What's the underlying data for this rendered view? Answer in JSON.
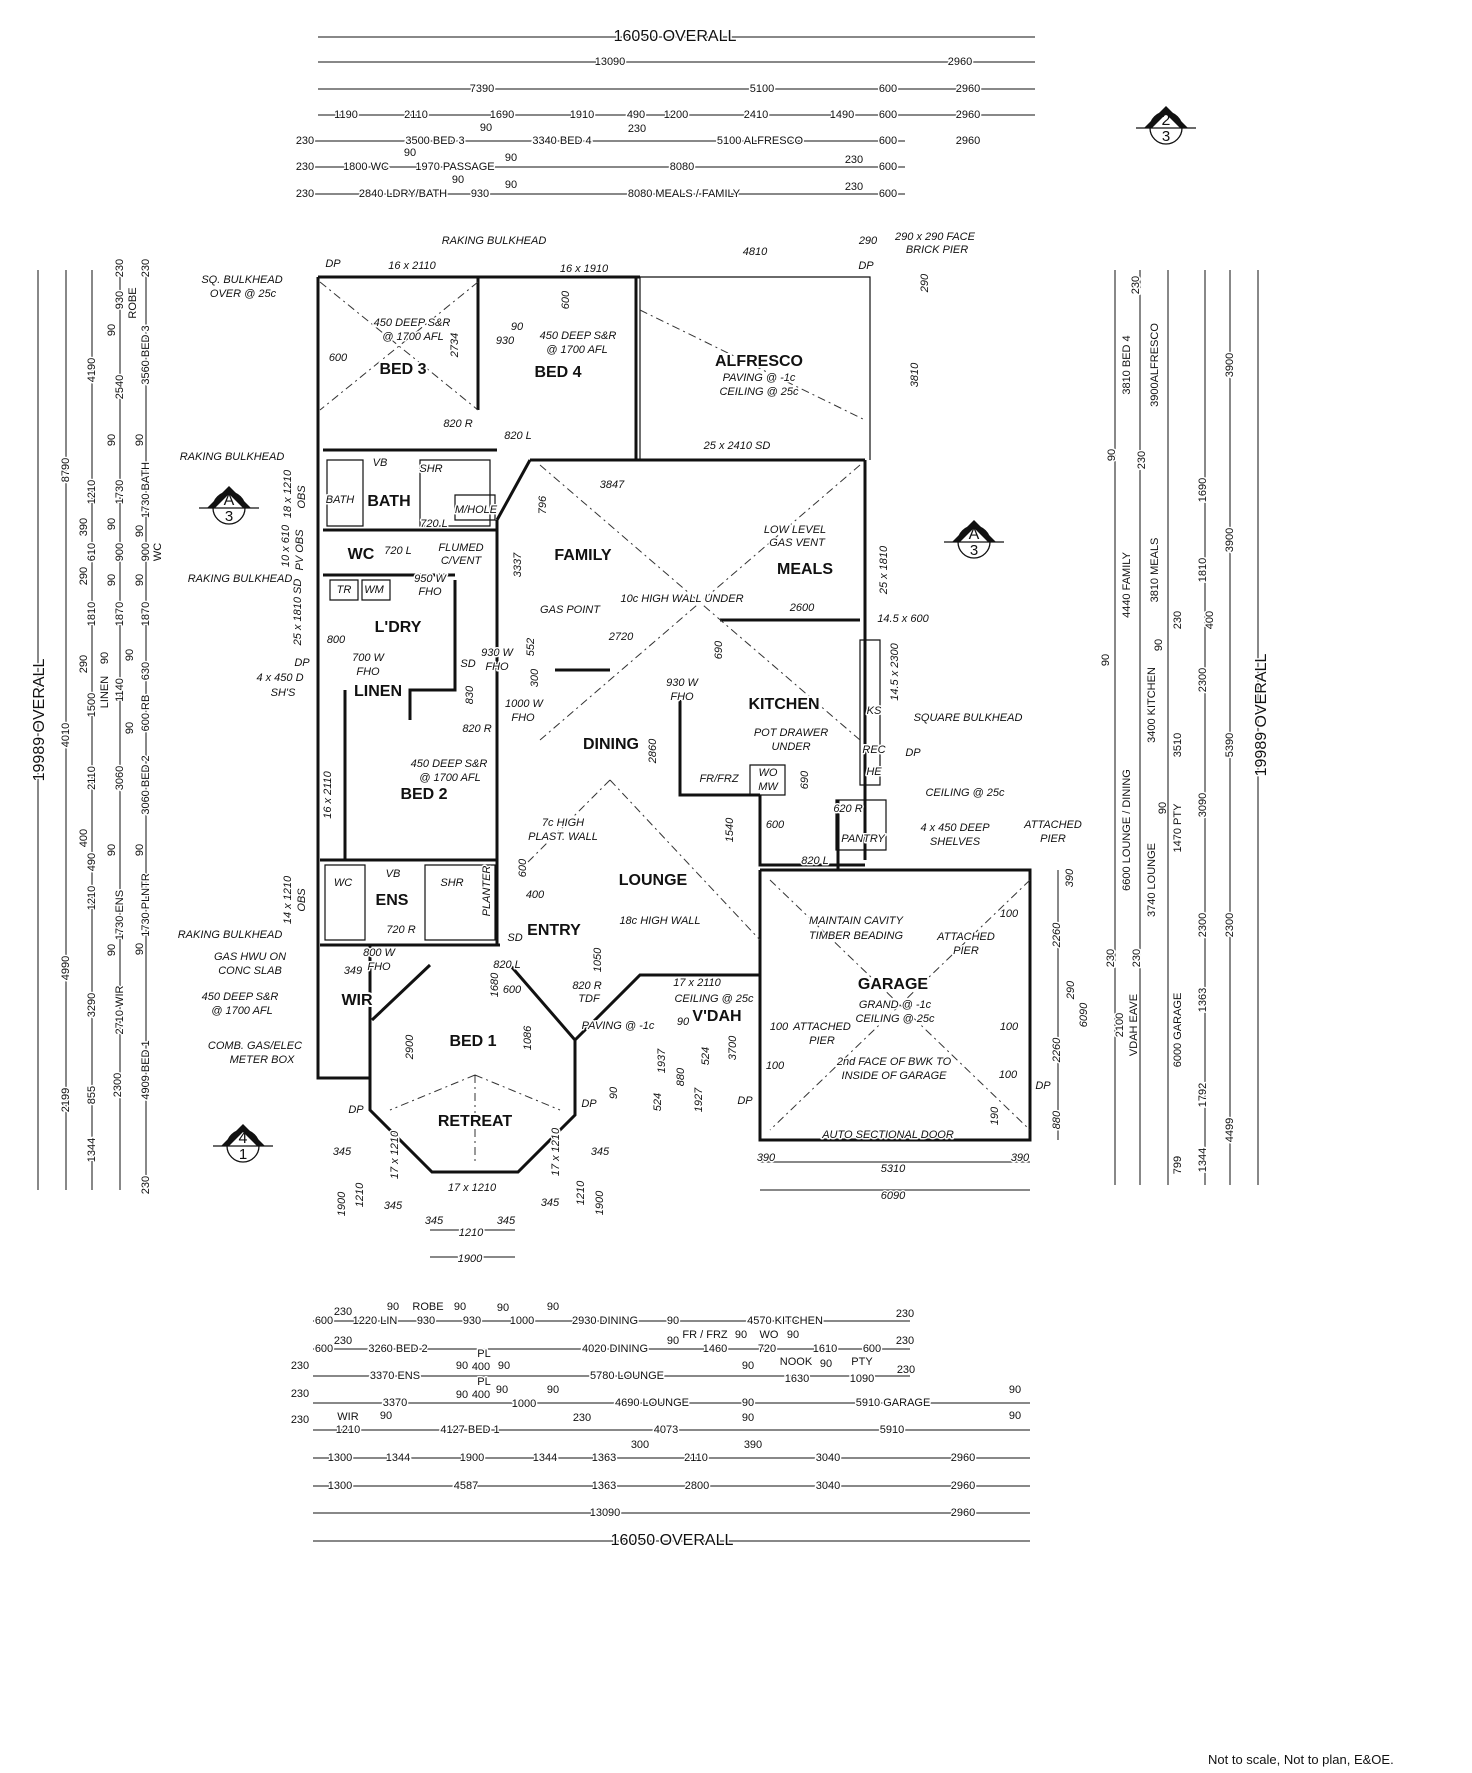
{
  "footer_note": "Not to scale, Not to plan, E&OE.",
  "section_markers": [
    {
      "top": "A",
      "bottom": "3"
    },
    {
      "top": "A",
      "bottom": "3"
    },
    {
      "top": "2",
      "bottom": "3"
    },
    {
      "top": "4",
      "bottom": "1"
    }
  ],
  "rooms": [
    "BED 3",
    "BED 4",
    "ALFRESCO",
    "BATH",
    "WC",
    "FAMILY",
    "MEALS",
    "L'DRY",
    "LINEN",
    "KITCHEN",
    "DINING",
    "BED 2",
    "LOUNGE",
    "ENS",
    "ENTRY",
    "GARAGE",
    "V'DAH",
    "WIR",
    "BED 1",
    "RETREAT"
  ],
  "annotations": [
    "RAKING BULKHEAD",
    "16 x 2110",
    "16 x 1910",
    "4810",
    "290",
    "DP",
    "DP",
    "290 x 290 FACE",
    "BRICK PIER",
    "SQ. BULKHEAD",
    "OVER @ 25c",
    "450 DEEP S&R",
    "@ 1700 AFL",
    "450 DEEP S&R",
    "@ 1700 AFL",
    "90",
    "930",
    "600",
    "2734",
    "600",
    "PAVING @ -1c",
    "CEILING @ 25c",
    "3810",
    "290",
    "820 R",
    "820 L",
    "25 x 2410 SD",
    "RAKING BULKHEAD",
    "VB",
    "SHR",
    "3847",
    "18 x 1210",
    "OBS",
    "BATH",
    "796",
    "M/HOLE",
    "720 L",
    "LOW LEVEL",
    "GAS VENT",
    "10 x 610",
    "PV OBS",
    "720 L",
    "FLUMED",
    "C/VENT",
    "3337",
    "25 x 1810",
    "RAKING BULKHEAD",
    "TR",
    "WM",
    "950 W",
    "FHO",
    "25 x 1810 SD",
    "GAS POINT",
    "10c HIGH WALL UNDER",
    "2600",
    "14.5 x 600",
    "800",
    "2720",
    "552",
    "690",
    "DP",
    "700 W",
    "FHO",
    "930 W",
    "FHO",
    "SD",
    "14.5 x 2300",
    "4 x 450 D",
    "SH'S",
    "930 W",
    "FHO",
    "830",
    "1000 W",
    "FHO",
    "300",
    "2860",
    "SQUARE BULKHEAD",
    "KS",
    "820 R",
    "POT DRAWER",
    "UNDER",
    "REC",
    "HE",
    "DP",
    "450 DEEP S&R",
    "@ 1700 AFL",
    "16 x 2110",
    "FR/FRZ",
    "WO",
    "MW",
    "690",
    "CEILING @ 25c",
    "620 R",
    "7c HIGH",
    "PLAST. WALL",
    "600",
    "1540",
    "4 x 450 DEEP",
    "SHELVES",
    "ATTACHED",
    "PIER",
    "PANTRY",
    "820 L",
    "600",
    "400",
    "PLANTER",
    "VB",
    "WC",
    "SHR",
    "14 x 1210",
    "OBS",
    "18c HIGH WALL",
    "MAINTAIN CAVITY",
    "TIMBER BEADING",
    "ATTACHED",
    "PIER",
    "RAKING BULKHEAD",
    "720 R",
    "SD",
    "GAS HWU ON",
    "CONC SLAB",
    "800 W",
    "FHO",
    "349",
    "820 L",
    "1050",
    "17 x 2110",
    "CEILING @ 25c",
    "820 R",
    "TDF",
    "1680",
    "600",
    "GRAND @ -1c",
    "CEILING @ 25c",
    "450 DEEP S&R",
    "@ 1700 AFL",
    "PAVING @ -1c",
    "90",
    "100",
    "ATTACHED",
    "PIER",
    "1086",
    "COMB. GAS/ELEC",
    "METER BOX",
    "2900",
    "3700",
    "1937",
    "524",
    "880",
    "524",
    "2nd FACE OF BWK TO",
    "INSIDE OF GARAGE",
    "100",
    "90",
    "1927",
    "DP",
    "DP",
    "DP",
    "AUTO SECTIONAL DOOR",
    "17 x 1210",
    "17 x 1210",
    "17 x 1210",
    "345",
    "345",
    "1210",
    "1210",
    "345",
    "345",
    "1900",
    "1900",
    "345",
    "345",
    "1210",
    "1900",
    "390",
    "390",
    "5310",
    "6090",
    "100",
    "100",
    "100",
    "DP",
    "390",
    "2260",
    "290",
    "2260",
    "6090",
    "880",
    "190"
  ],
  "dimensions": {
    "top": [
      "16050 OVERALL",
      "13090",
      "2960",
      "7390",
      "5100",
      "600",
      "2960",
      "1190",
      "2110",
      "1690",
      "1910",
      "490",
      "1200",
      "2410",
      "1490",
      "600",
      "2960",
      "230",
      "3500 BED 3",
      "90",
      "3340 BED 4",
      "230",
      "5100 ALFRESCO",
      "600",
      "2960",
      "230",
      "1800 WC",
      "90",
      "1970 PASSAGE",
      "90",
      "8080",
      "230",
      "600",
      "230",
      "2840 LDRY/BATH",
      "90",
      "930",
      "90",
      "8080 MEALS / FAMILY",
      "230",
      "600"
    ],
    "bottom": [
      "600",
      "230",
      "1220 LIN",
      "90",
      "ROBE",
      "90",
      "930",
      "930",
      "90",
      "1000",
      "90",
      "2930 DINING",
      "90",
      "4570 KITCHEN",
      "230",
      "600",
      "230",
      "3260 BED 2",
      "4020 DINING",
      "90",
      "FR / FRZ",
      "90",
      "WO",
      "90",
      "1460",
      "720",
      "1610",
      "600",
      "230",
      "230",
      "3370 ENS",
      "90",
      "PL",
      "400",
      "90",
      "5780 LOUNGE",
      "90",
      "NOOK",
      "1630",
      "90",
      "PTY",
      "1090",
      "230",
      "230",
      "3370",
      "90",
      "PL",
      "400",
      "90",
      "1000",
      "90",
      "4690 LOUNGE",
      "90",
      "5910 GARAGE",
      "90",
      "230",
      "WIR",
      "90",
      "1210",
      "4127 BED 1",
      "230",
      "4073",
      "90",
      "5910",
      "90",
      "1300",
      "1344",
      "1900",
      "1344",
      "1363",
      "300",
      "2110",
      "390",
      "3040",
      "2960",
      "1300",
      "4587",
      "1363",
      "2800",
      "3040",
      "2960",
      "13090",
      "2960",
      "16050 OVERALL"
    ],
    "left": [
      "19989 OVERALL",
      "8790",
      "4010",
      "4990",
      "2199",
      "4190",
      "1210",
      "390",
      "610",
      "290",
      "1810",
      "290",
      "1500",
      "2110",
      "400",
      "1210",
      "3290",
      "855",
      "1344",
      "930",
      "90",
      "2540",
      "90",
      "1730",
      "90",
      "900",
      "90",
      "1870",
      "90",
      "1140",
      "90",
      "3060",
      "490",
      "90",
      "1730 ENS",
      "90",
      "2710 WIR",
      "2300",
      "230",
      "230",
      "ROBE",
      "3560 BED 3",
      "90",
      "1730 BATH",
      "90",
      "900",
      "WC",
      "90",
      "1870",
      "LINEN",
      "90",
      "630",
      "600 RB",
      "3060 BED 2",
      "90",
      "1730 PLNTR",
      "90",
      "4909 BED 1",
      "230"
    ],
    "right": [
      "230",
      "3810 BED 4",
      "3900ALFRESCO",
      "3900",
      "90",
      "230",
      "1690",
      "4440 FAMILY",
      "3810 MEALS",
      "3900",
      "1810",
      "230",
      "400",
      "90",
      "90",
      "2300",
      "3400 KITCHEN",
      "3510",
      "5390",
      "6600 LOUNGE / DINING",
      "90",
      "1470 PTY",
      "3090",
      "3740 LOUNGE",
      "2300",
      "2300",
      "230",
      "230",
      "2100",
      "VDAH EAVE",
      "6000 GARAGE",
      "1363",
      "1792",
      "4499",
      "799",
      "1344",
      "19989 OVERALL"
    ]
  }
}
